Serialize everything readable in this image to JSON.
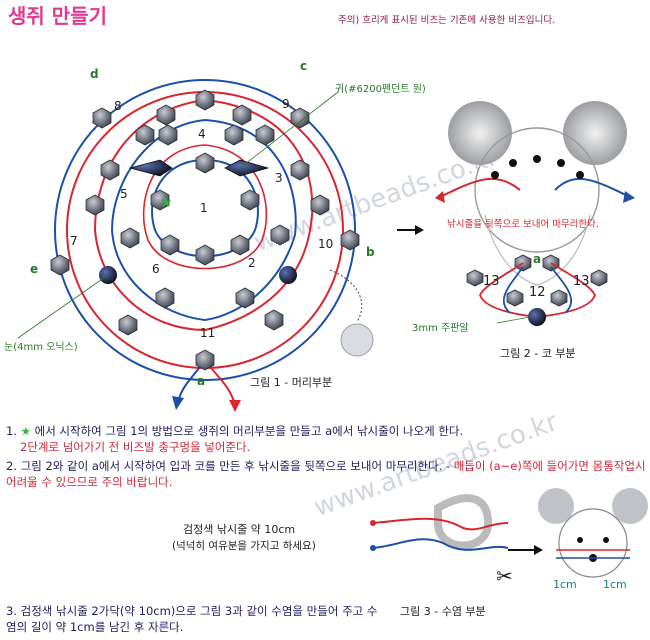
{
  "title": "생쥐 만들기",
  "note": "주의) 흐리게 표시된 비즈는 기존에 사용한 비즈입니다.",
  "watermark": "www.artbeads.co.kr",
  "figure1": {
    "caption": "그림 1 - 머리부분",
    "segments": [
      "1",
      "2",
      "3",
      "4",
      "5",
      "6",
      "7",
      "8",
      "9",
      "10",
      "11"
    ],
    "points": [
      "a",
      "b",
      "c",
      "d",
      "e"
    ],
    "ear_label": "귀(#6200펜던트 원)",
    "eye_label": "눈(4mm 오닉스)"
  },
  "figure2": {
    "caption": "그림 2 - 코 부분",
    "warning": "낚시줄을 뒷쪽으로 보내어 마무리한다.",
    "point": "a",
    "segments": [
      "12",
      "13",
      "13"
    ],
    "nose_label": "3mm 주판알"
  },
  "figure3": {
    "caption": "그림 3 - 수염 부분",
    "thread_label": "검정색 낚시줄 약 10cm",
    "thread_note": "(넉넉히 여유분을 가지고 하세요)",
    "measure_left": "1cm",
    "measure_right": "1cm"
  },
  "instructions": {
    "step1_num": "1.",
    "step1_text": "에서 시작하여 그림 1의 방법으로 생쥐의 머리부분을 만들고 a에서 낚시줄이 나오게 한다.",
    "step1_sub": "2단계로 넘어가기 전 비즈발 충구멍을 넣어준다.",
    "step2_num": "2.",
    "step2_text": "그림 2와 같이 a에서 시작하여 입과 코를 만든 후 낚시줄을 뒷쪽으로 보내어 마무리한다. -",
    "step2_red": "매듭이 (a~e)쪽에 들어가면 몸통작업시 어려울 수 있으므로 주의 바랍니다.",
    "step3_num": "3.",
    "step3_text": "검정색 낚시줄 2가닥(약 10cm)으로 그림 3과 같이 수염을 만들어 주고 수염의 길이 약 1cm를 남긴 후 자른다."
  },
  "colors": {
    "title": "#e23b8e",
    "thread_red": "#d9262e",
    "thread_blue": "#1c4fa8",
    "bead": "#6f7480",
    "label_green": "#2a7a2a"
  }
}
